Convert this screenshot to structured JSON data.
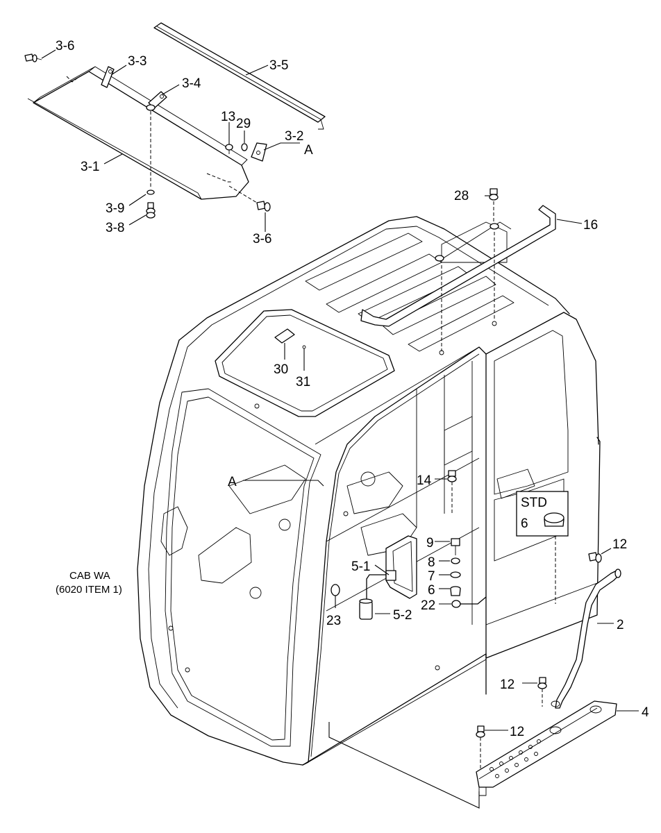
{
  "labels": {
    "l_3_6a": "3-6",
    "l_3_3": "3-3",
    "l_3_5": "3-5",
    "l_3_4": "3-4",
    "l_13": "13",
    "l_29": "29",
    "l_3_2": "3-2",
    "l_A_top": "A",
    "l_3_1": "3-1",
    "l_3_9": "3-9",
    "l_3_8": "3-8",
    "l_3_6b": "3-6",
    "l_28": "28",
    "l_16": "16",
    "l_30": "30",
    "l_31": "31",
    "l_A_cab": "A",
    "l_14": "14",
    "l_std": "STD",
    "l_6_std": "6",
    "l_9": "9",
    "l_8": "8",
    "l_7": "7",
    "l_6": "6",
    "l_22": "22",
    "l_5_1": "5-1",
    "l_5_2": "5-2",
    "l_23": "23",
    "l_12a": "12",
    "l_2": "2",
    "l_12b": "12",
    "l_4": "4",
    "l_12c": "12",
    "cab_line1": "CAB WA",
    "cab_line2": "(6020 ITEM 1)"
  }
}
